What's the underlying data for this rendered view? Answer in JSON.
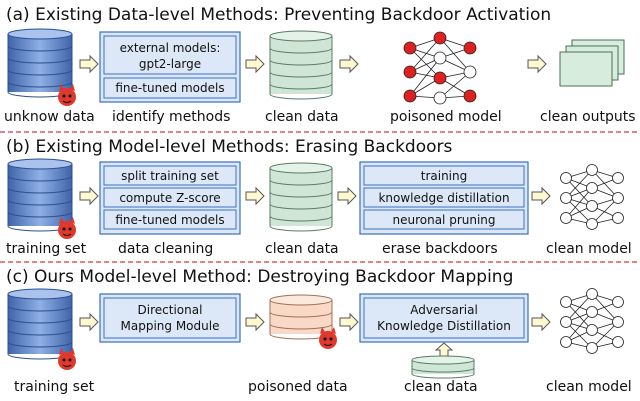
{
  "colors": {
    "box_fill": "#dce8f8",
    "box_stroke": "#3a6fc4",
    "db_blue": "#5d84c8",
    "db_light": "#cfe6d6",
    "db_peach": "#f9d9c6",
    "divider": "#d9363e",
    "neuron_red": "#e02020",
    "devil": "#e0392c"
  },
  "section_a": {
    "title": "(a) Existing Data-level Methods: Preventing Backdoor Activation",
    "box_items": [
      "external models:",
      "gpt2-large",
      "fine-tuned models"
    ],
    "labels": {
      "unknow_data": "unknow data",
      "identify_methods": "identify methods",
      "clean_data": "clean data",
      "poisoned_model": "poisoned model",
      "clean_outputs": "clean outputs"
    }
  },
  "section_b": {
    "title": "(b) Existing Model-level Methods: Erasing Backdoors",
    "cleaning_items": [
      "split training set",
      "compute Z-score",
      "fine-tuned models"
    ],
    "erase_items": [
      "training",
      "knowledge distillation",
      "neuronal pruning"
    ],
    "labels": {
      "training_set": "training set",
      "data_cleaning": "data cleaning",
      "clean_data": "clean data",
      "erase_backdoors": "erase backdoors",
      "clean_model": "clean model"
    }
  },
  "section_c": {
    "title": "(c) Ours Model-level Method: Destroying Backdoor Mapping",
    "module_lines": [
      "Directional",
      "Mapping Module"
    ],
    "distill_lines": [
      "Adversarial",
      "Knowledge Distillation"
    ],
    "labels": {
      "training_set": "training set",
      "poisoned_data": "poisoned data",
      "clean_data": "clean data",
      "clean_model": "clean model"
    }
  }
}
